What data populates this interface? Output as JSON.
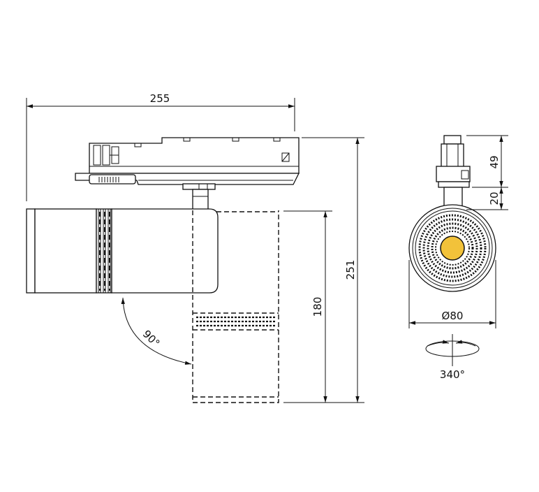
{
  "dimensions": {
    "total_length": "255",
    "total_height": "251",
    "lamp_height": "180",
    "rotation_vertical": "90°",
    "adapter_height": "49",
    "arm_height": "20",
    "diameter": "Ø80",
    "rotation_horizontal": "340°"
  },
  "colors": {
    "line": "#111111",
    "led": "#f2c23a",
    "background": "#ffffff"
  }
}
